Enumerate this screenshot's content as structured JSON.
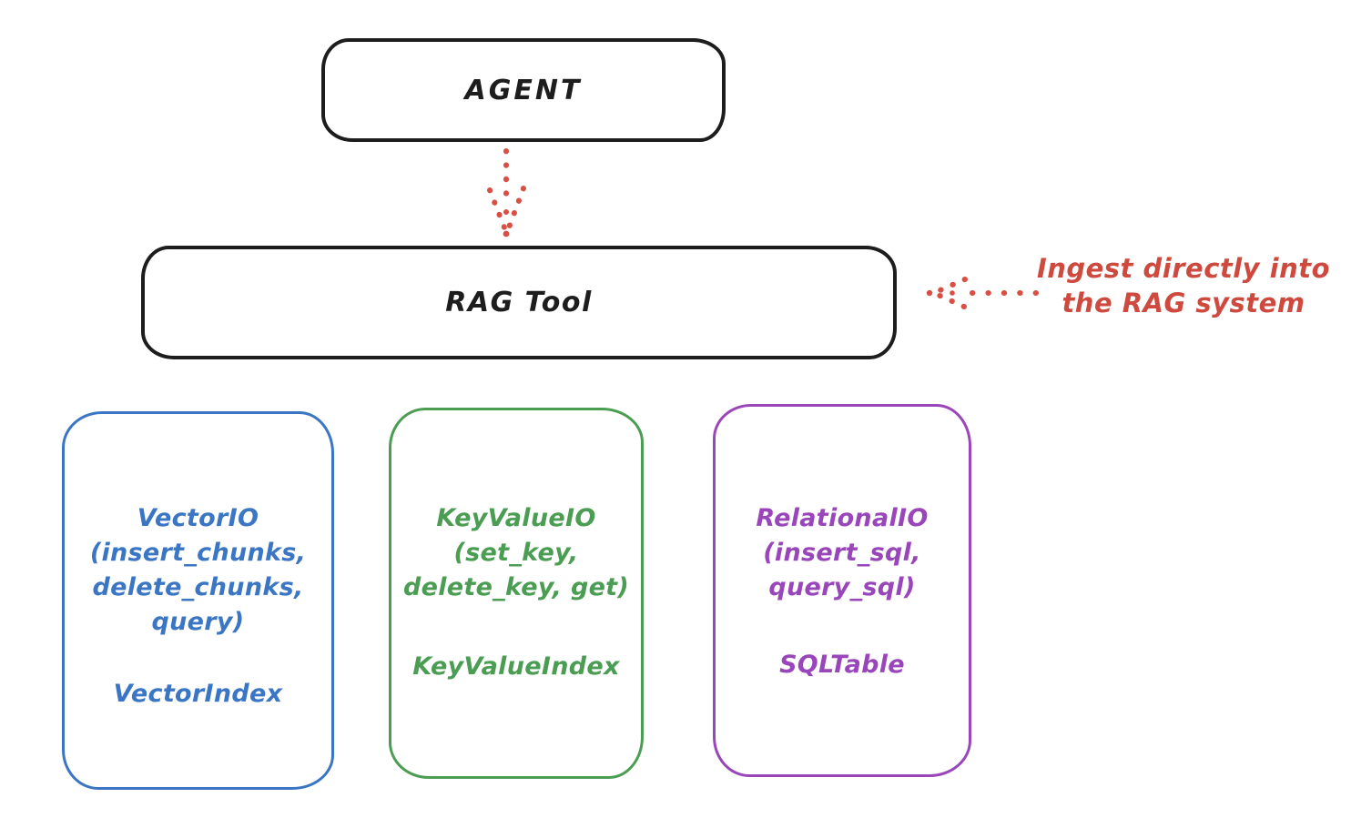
{
  "nodes": {
    "agent": {
      "label": "AGENT"
    },
    "rag_tool": {
      "label": "RAG Tool"
    }
  },
  "annotation": {
    "line1": "Ingest directly into",
    "line2": "the RAG system",
    "color": "#cf4a3e"
  },
  "arrows": {
    "agent_to_rag": {
      "style": "dotted",
      "color": "#d94f44",
      "direction": "down"
    },
    "ingest_to_rag": {
      "style": "dotted",
      "color": "#d94f44",
      "direction": "left"
    }
  },
  "cards": [
    {
      "id": "vector-io",
      "color": "#3a76c4",
      "lines": [
        "VectorIO",
        "(insert_chunks,",
        "delete_chunks,",
        "query)"
      ],
      "index_label": "VectorIndex"
    },
    {
      "id": "keyvalue-io",
      "color": "#4a9d52",
      "lines": [
        "KeyValueIO",
        "(set_key,",
        "delete_key, get)"
      ],
      "index_label": "KeyValueIndex"
    },
    {
      "id": "relational-io",
      "color": "#9a46bb",
      "lines": [
        "RelationalIO",
        "(insert_sql,",
        "query_sql)"
      ],
      "index_label": "SQLTable"
    }
  ]
}
